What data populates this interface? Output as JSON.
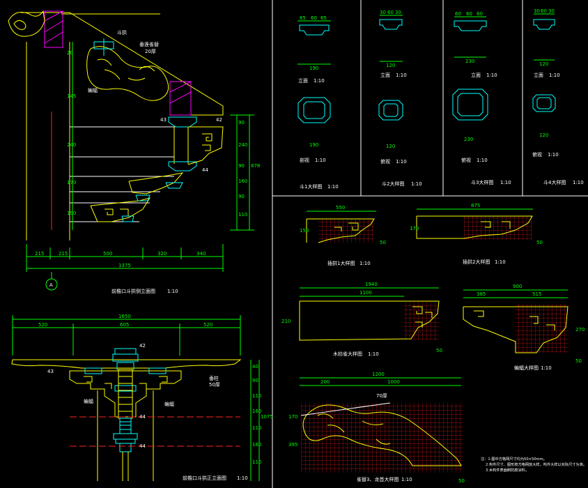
{
  "colors": {
    "background": "#000000",
    "dimension": "#00ff00",
    "outline": "#ffff00",
    "grid": "#ff2020",
    "section": "#00ffff",
    "hatch": "#ff00ff"
  },
  "axis_marker": "A",
  "side_view": {
    "title": "前檐口斗拱侧立面图",
    "scale": "1:10",
    "bottom_dims": [
      "215",
      "215",
      "500",
      "320",
      "340"
    ],
    "total": "1375",
    "right_dims": [
      "90",
      "240",
      "90",
      "160",
      "90",
      "110"
    ],
    "right_total": "878",
    "left_dims": [
      "20",
      "145",
      "240",
      "170",
      "190"
    ],
    "labels": {
      "l1": "斗拱",
      "l2": "垂莲雀替",
      "l3": "20厚",
      "l4": "蝙蝠",
      "l5": "42",
      "l6": "43",
      "l7": "44"
    }
  },
  "front_view": {
    "title": "前檐口斗拱正立面图",
    "scale": "1:10",
    "top_dims": [
      "520",
      "605",
      "520"
    ],
    "total": "1650",
    "right_dims": [
      "40",
      "90",
      "110",
      "160",
      "110",
      "160",
      "110"
    ],
    "right_total": "1075",
    "labels": {
      "a1": "42",
      "a2": "43",
      "a3": "蝙蝠",
      "a4": "蝙蝠",
      "a5": "垂柱",
      "a6": "50厚",
      "a7": "44",
      "a8": "44"
    }
  },
  "dougong": [
    {
      "top": "立面",
      "top_scale": "1:10",
      "bottom": "剖视",
      "bottom_scale": "1:10",
      "title": "斗1大样图",
      "scale": "1:10",
      "w": "190",
      "dims": [
        "65",
        "60",
        "65"
      ]
    },
    {
      "top": "立面",
      "top_scale": "1:10",
      "bottom": "俯视",
      "bottom_scale": "1:10",
      "title": "斗2大样图",
      "scale": "1:10",
      "w": "120",
      "dims": [
        "30",
        "60",
        "30"
      ]
    },
    {
      "top": "立面",
      "top_scale": "1:10",
      "bottom": "俯视",
      "bottom_scale": "1:10",
      "title": "斗3大样图",
      "scale": "1:10",
      "w": "230",
      "dims": [
        "60",
        "60",
        "60"
      ]
    },
    {
      "top": "立面",
      "top_scale": "1:10",
      "bottom": "俯视",
      "bottom_scale": "1:10",
      "title": "斗4大样图",
      "scale": "1:10",
      "w": "120",
      "dims": [
        "30",
        "60",
        "30"
      ]
    }
  ],
  "details": {
    "d1": {
      "title": "插拱1大样图",
      "scale": "1:10",
      "w": "550",
      "h": "150",
      "side": "50"
    },
    "d2": {
      "title": "插拱2大样图",
      "scale": "1:10",
      "w": "875",
      "h": "170",
      "side": "50"
    },
    "d3": {
      "title": "木枋雀大样图",
      "scale": "1:10",
      "w": "1940",
      "sub": "1100",
      "h": "210",
      "side": "50"
    },
    "d4": {
      "title": "蝙蝠大样图",
      "scale": "1:10",
      "w": "900",
      "a": "385",
      "b": "515",
      "h": "270",
      "side": "50"
    },
    "d5": {
      "title": "雀替3、龙首大样图",
      "scale": "1:10",
      "w": "1200",
      "a": "200",
      "b": "1000",
      "h": "395",
      "h2": "170",
      "thk": "70厚",
      "side": "50"
    }
  },
  "notes": [
    "注：1.图中方格网尺寸均为50×50mm。",
    "2.构件尺寸、图形按方格网放大样。构件大样以实际尺寸为准。",
    "3.木构件表面刷防腐涂料。"
  ]
}
